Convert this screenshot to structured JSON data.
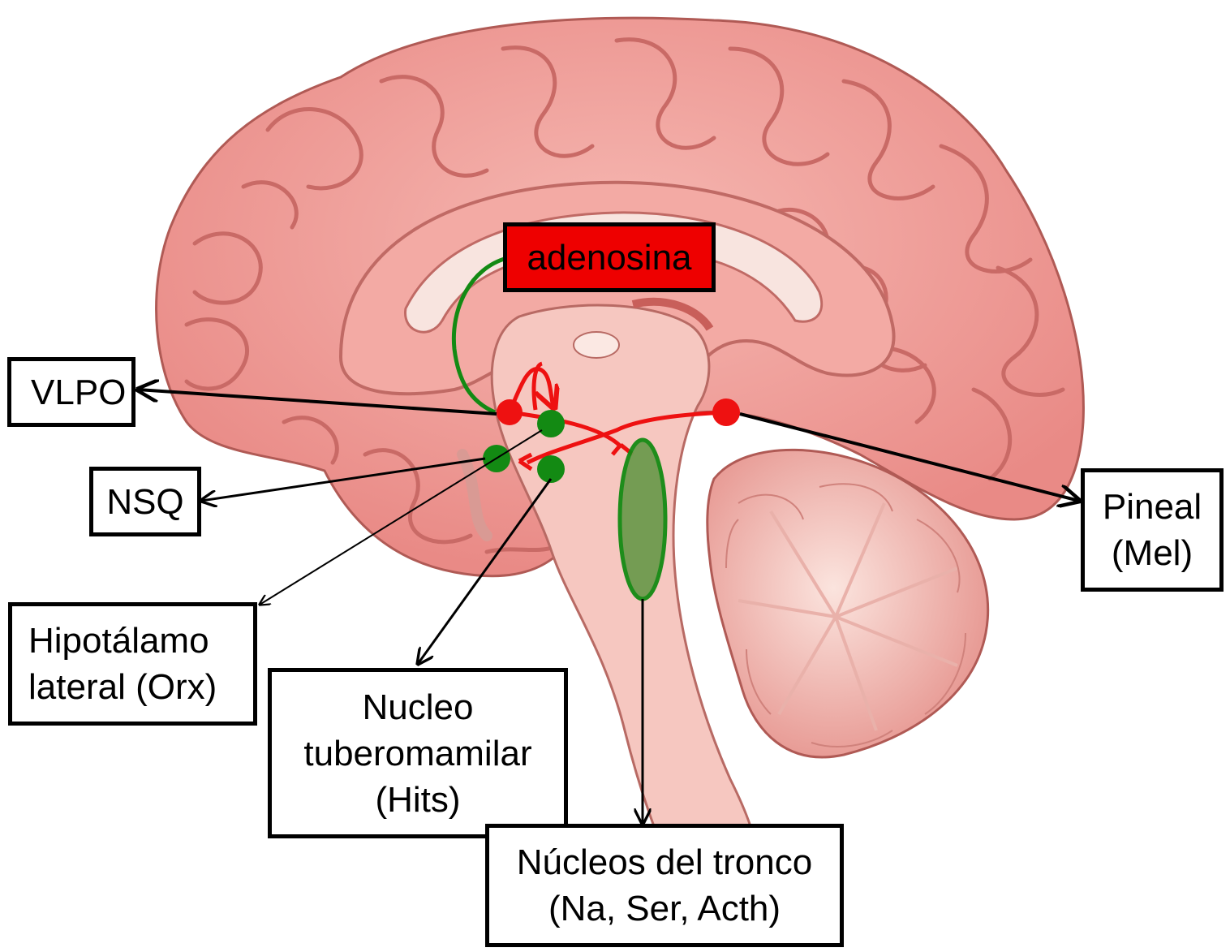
{
  "labels": {
    "vlpo": "VLPO",
    "nsq": "NSQ",
    "hipotalamo_line1": "Hipotálamo",
    "hipotalamo_line2": "lateral (Orx)",
    "tuberomamilar_line1": "Nucleo",
    "tuberomamilar_line2": "tuberomamilar",
    "tuberomamilar_line3": "(Hits)",
    "tronco_line1": "Núcleos del tronco",
    "tronco_line2": "(Na, Ser, Acth)",
    "pineal_line1": "Pineal",
    "pineal_line2": "(Mel)",
    "adenosina": "adenosina"
  },
  "colors": {
    "inhibitory_red": "#ee1111",
    "excitatory_green": "#138a13",
    "brain_pink": "#f0a09c",
    "adenosina_fill": "#ee0000"
  }
}
